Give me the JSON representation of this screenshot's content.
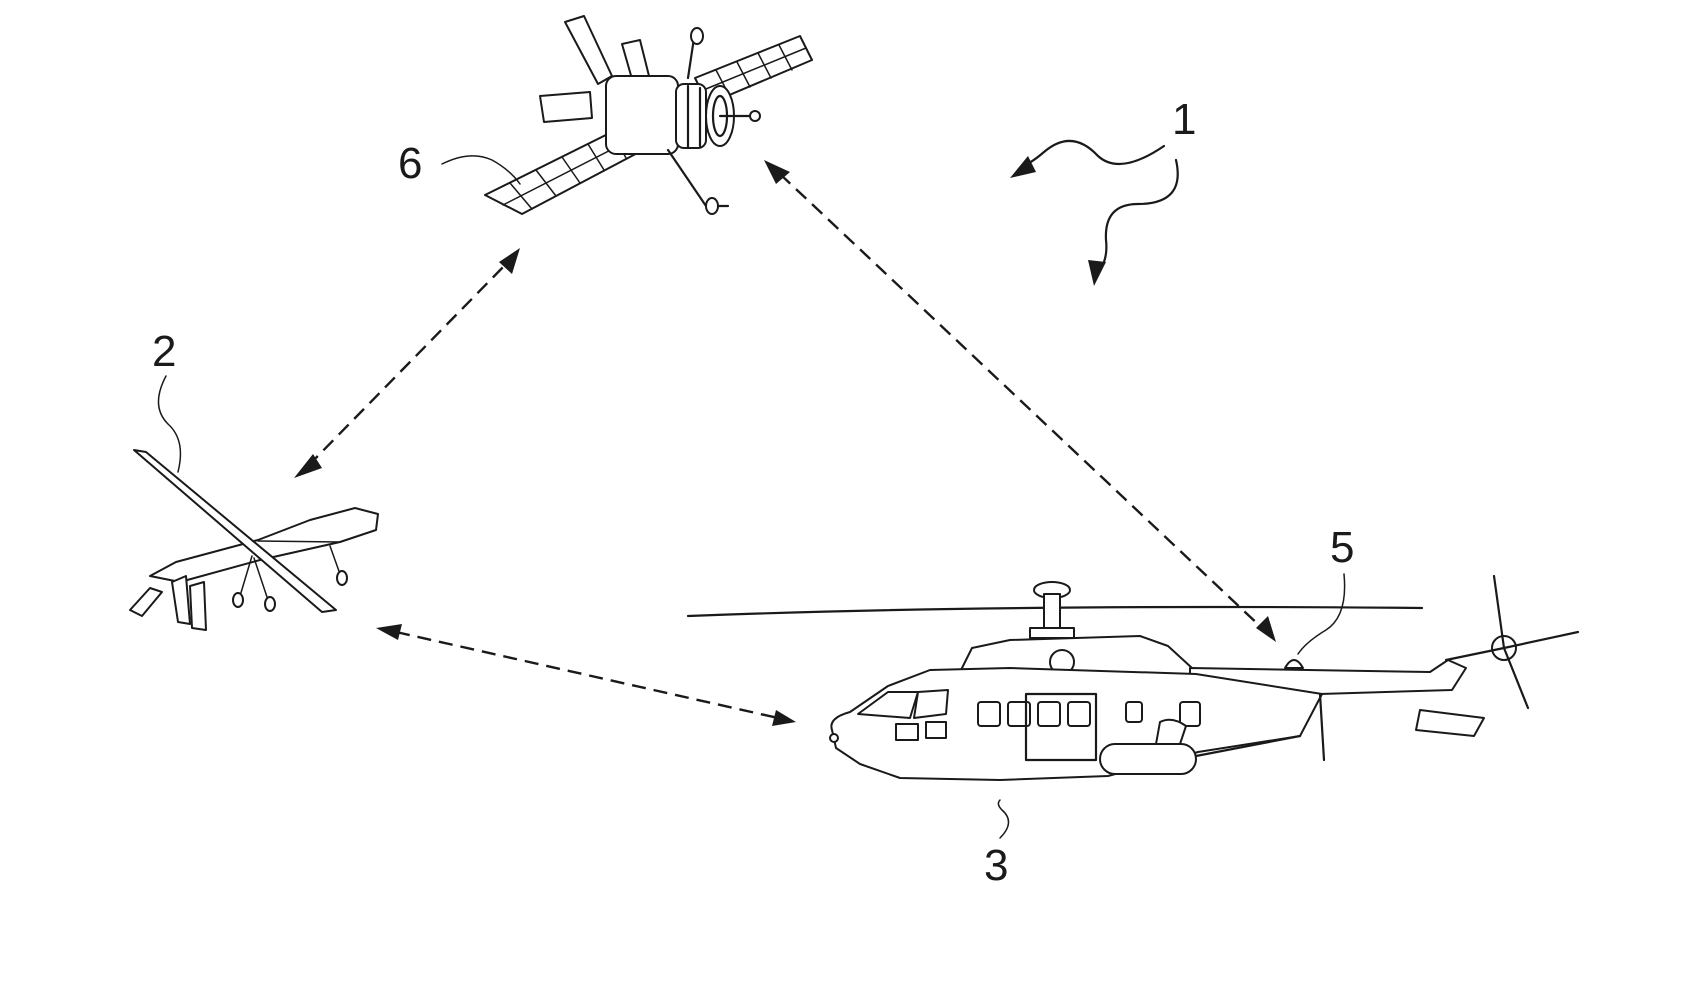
{
  "figure": {
    "labels": {
      "system": "1",
      "drone": "2",
      "helicopter": "3",
      "antenna": "5",
      "satellite": "6"
    }
  },
  "colors": {
    "ink": "#1a1a1a",
    "paper": "#ffffff"
  },
  "icons": [
    "satellite-icon",
    "drone-icon",
    "helicopter-icon",
    "antenna-icon"
  ]
}
